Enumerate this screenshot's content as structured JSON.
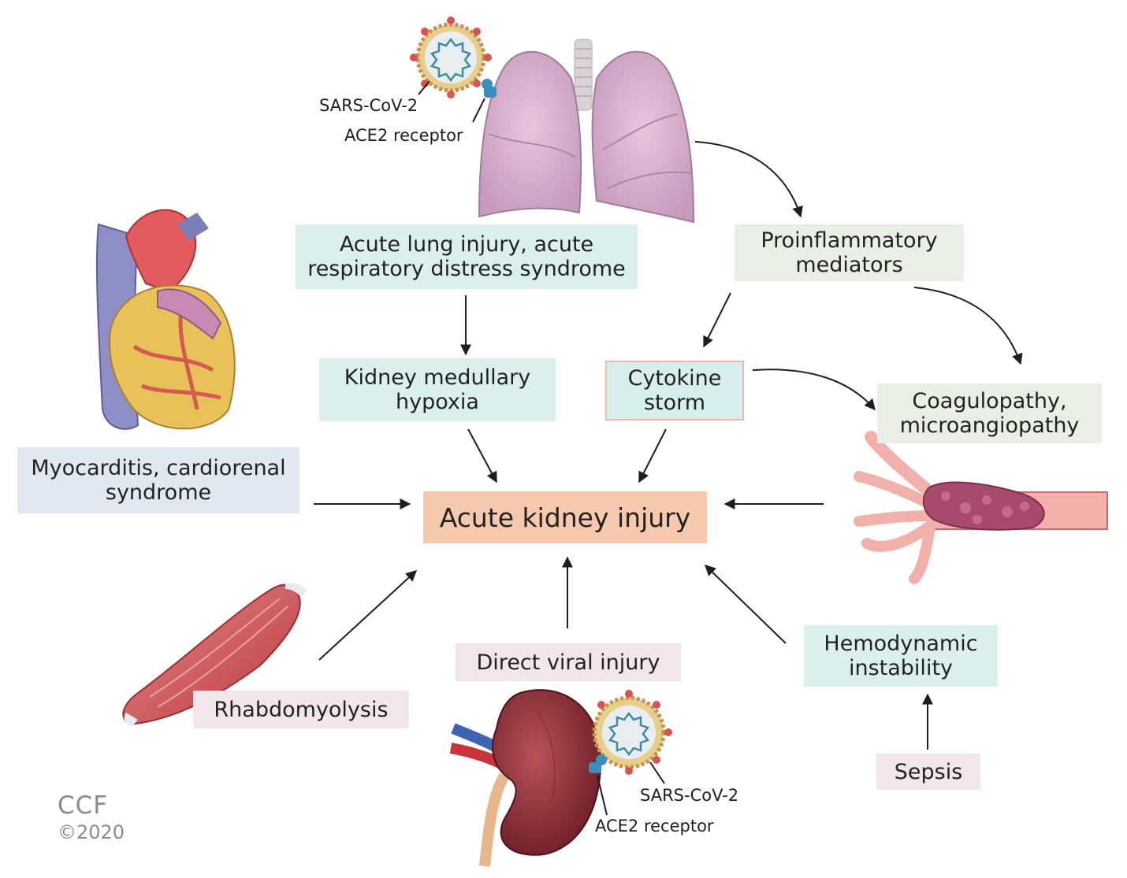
{
  "labels": {
    "virus_top": "SARS-CoV-2",
    "receptor_top": "ACE2 receptor",
    "virus_bottom": "SARS-CoV-2",
    "receptor_bottom": "ACE2 receptor"
  },
  "boxes": {
    "lung_injury": "Acute lung injury, acute respiratory distress syndrome",
    "proinflammatory": "Proinflammatory mediators",
    "hypoxia": "Kidney medullary hypoxia",
    "cytokine": "Cytokine storm",
    "coagulopathy": "Coagulopathy, microangiopathy",
    "myocarditis": "Myocarditis, cardiorenal syndrome",
    "aki": "Acute kidney injury",
    "hemodynamic": "Hemodynamic instability",
    "direct_viral": "Direct viral injury",
    "rhabdo": "Rhabdomyolysis",
    "sepsis": "Sepsis"
  },
  "credit": {
    "org": "CCF",
    "year": "©2020"
  },
  "colors": {
    "aki_box": "#f6c9ae",
    "teal_box": "#dbefec",
    "pink_box": "#f1e6ea",
    "blue_box": "#e2e8ef",
    "sage_box": "#eaeee6"
  }
}
